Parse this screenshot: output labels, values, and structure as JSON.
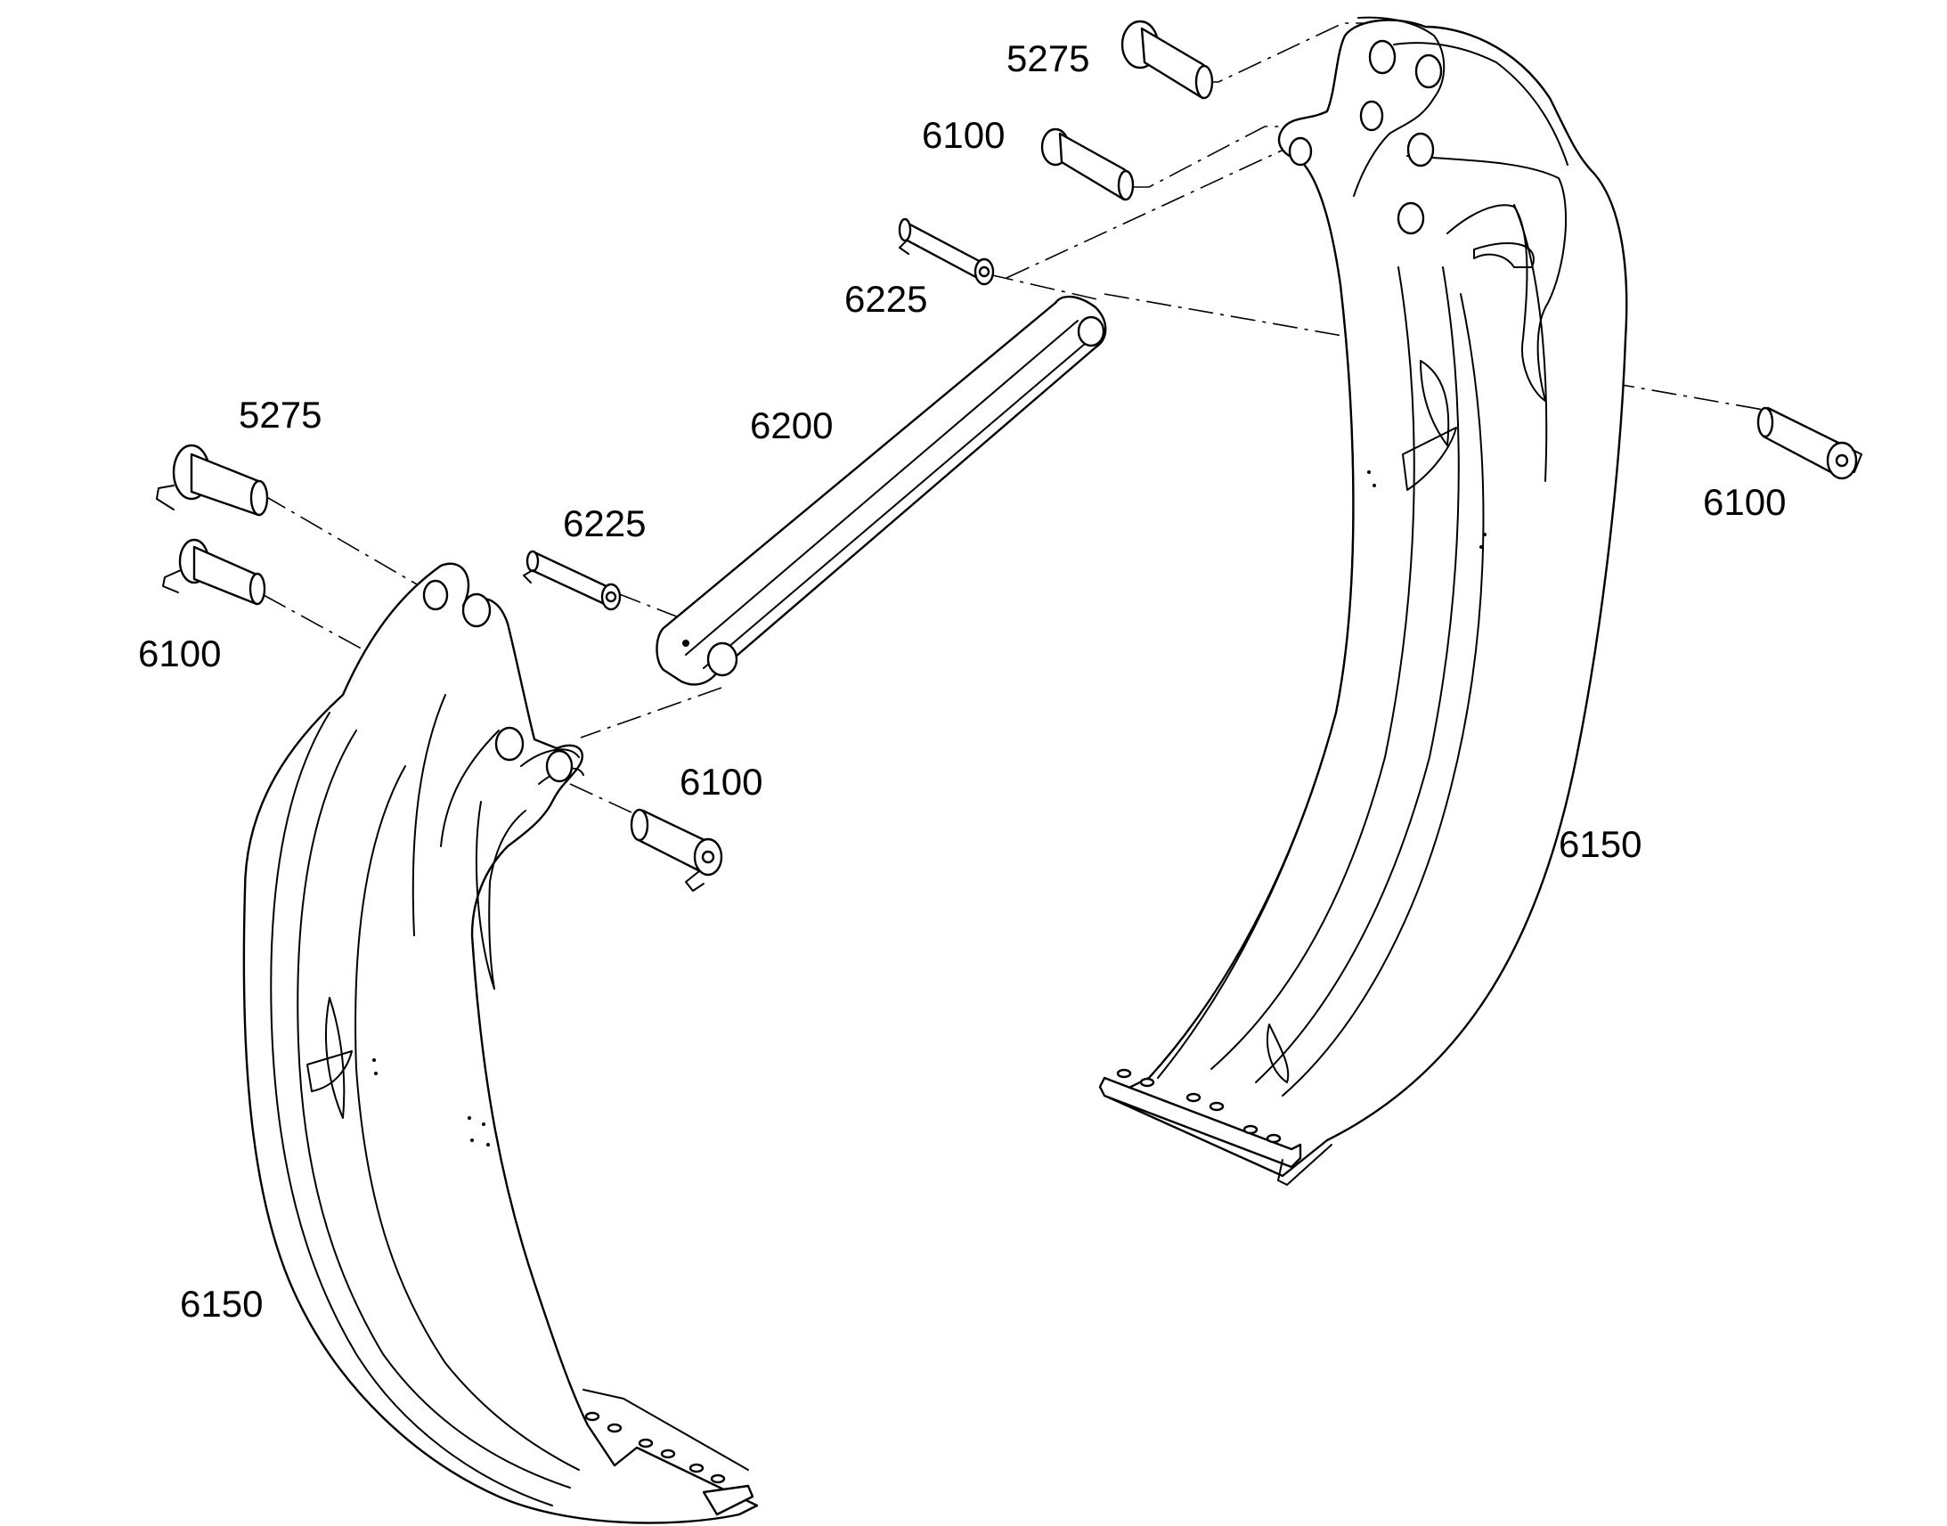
{
  "callouts": {
    "c1": "5275",
    "c2": "6100",
    "c3": "6225",
    "c4": "6200",
    "c5": "6100",
    "c6": "6150",
    "c7": "5275",
    "c8": "6225",
    "c9": "6100",
    "c10": "6100",
    "c11": "6150"
  },
  "icons": [
    "pin-icon",
    "link-rod-icon",
    "grapple-tine-icon"
  ],
  "colors": {
    "line": "#000000",
    "background": "#ffffff"
  }
}
